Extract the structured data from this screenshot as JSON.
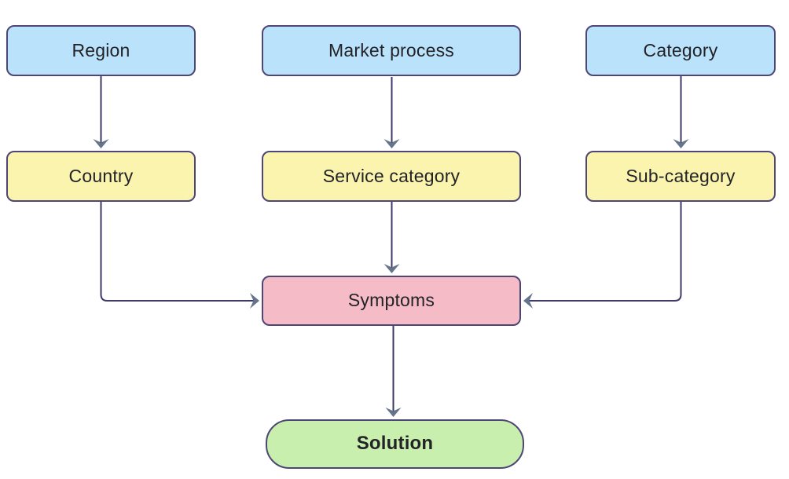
{
  "diagram": {
    "type": "flowchart",
    "nodes": [
      {
        "id": "region",
        "label": "Region",
        "row": "top",
        "fill": "#bae3fb"
      },
      {
        "id": "market-process",
        "label": "Market process",
        "row": "top",
        "fill": "#bae3fb"
      },
      {
        "id": "category",
        "label": "Category",
        "row": "top",
        "fill": "#bae3fb"
      },
      {
        "id": "country",
        "label": "Country",
        "row": "middle",
        "fill": "#faf4ae"
      },
      {
        "id": "service-category",
        "label": "Service category",
        "row": "middle",
        "fill": "#faf4ae"
      },
      {
        "id": "sub-category",
        "label": "Sub-category",
        "row": "middle",
        "fill": "#faf4ae"
      },
      {
        "id": "symptoms",
        "label": "Symptoms",
        "row": "lower",
        "fill": "#f5bcc8"
      },
      {
        "id": "solution",
        "label": "Solution",
        "row": "bottom",
        "fill": "#c8efad",
        "bold": true
      }
    ],
    "edges": [
      {
        "from": "region",
        "to": "country"
      },
      {
        "from": "market-process",
        "to": "service-category"
      },
      {
        "from": "category",
        "to": "sub-category"
      },
      {
        "from": "country",
        "to": "symptoms"
      },
      {
        "from": "service-category",
        "to": "symptoms"
      },
      {
        "from": "sub-category",
        "to": "symptoms"
      },
      {
        "from": "symptoms",
        "to": "solution"
      }
    ],
    "colors": {
      "node_border": "#4d4676",
      "connector_line": "#3e3a66",
      "arrowhead": "#64748b",
      "text": "#232327",
      "background": "#ffffff"
    }
  }
}
